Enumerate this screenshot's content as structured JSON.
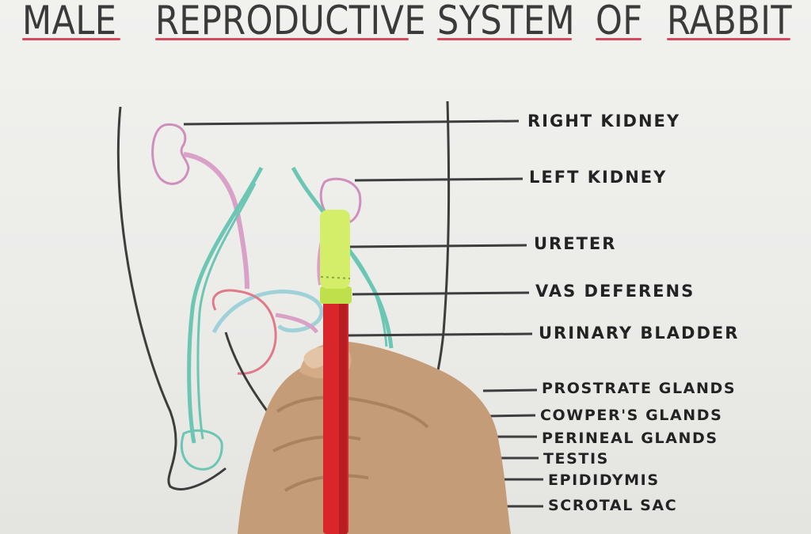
{
  "title": {
    "words": [
      "MALE",
      "REPRODUCTIVE",
      "SYSTEM",
      "OF",
      "RABBIT"
    ]
  },
  "labels": {
    "right_kidney": "RIGHT KIDNEY",
    "left_kidney": "LEFT KIDNEY",
    "ureter": "URETER",
    "vas_deferens": "VAS DEFERENS",
    "urinary_bladder": "URINARY BLADDER",
    "prostrate_glands": "PROSTRATE GLANDS",
    "cowpers_glands": "COWPER'S GLANDS",
    "perineal_glands": "PERINEAL GLANDS",
    "testis": "TESTIS",
    "epididymis": "EPIDIDYMIS",
    "scrotal_sac": "SCROTAL SAC"
  },
  "colors": {
    "ink": "#3a3a3a",
    "underline": "#d24a60",
    "kidney": "#d9a0c8",
    "vas_deferens": "#6cc6b4",
    "bladder": "#e07a8a",
    "pencil": "#d8262a",
    "eraser": "#d4ee6a",
    "hand": "#c9a07c"
  }
}
